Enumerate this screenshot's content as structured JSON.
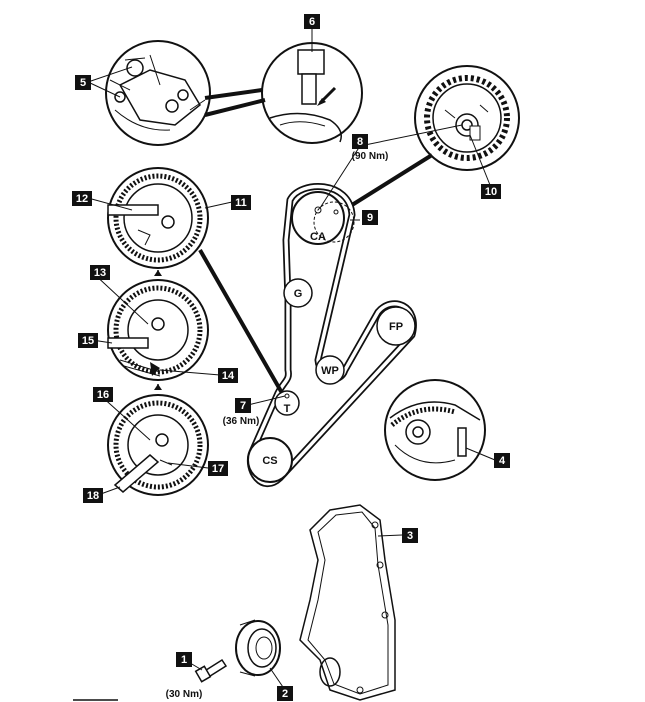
{
  "labels": [
    {
      "id": "1",
      "text": "1"
    },
    {
      "id": "2",
      "text": "2"
    },
    {
      "id": "3",
      "text": "3"
    },
    {
      "id": "4",
      "text": "4"
    },
    {
      "id": "5",
      "text": "5"
    },
    {
      "id": "6",
      "text": "6"
    },
    {
      "id": "7",
      "text": "7"
    },
    {
      "id": "8",
      "text": "8"
    },
    {
      "id": "9",
      "text": "9"
    },
    {
      "id": "10",
      "text": "10"
    },
    {
      "id": "11",
      "text": "11"
    },
    {
      "id": "12",
      "text": "12"
    },
    {
      "id": "13",
      "text": "13"
    },
    {
      "id": "14",
      "text": "14"
    },
    {
      "id": "15",
      "text": "15"
    },
    {
      "id": "16",
      "text": "16"
    },
    {
      "id": "17",
      "text": "17"
    },
    {
      "id": "18",
      "text": "18"
    }
  ],
  "torques": {
    "item1": "(30 Nm)",
    "item7": "(36 Nm)",
    "item8": "(90 Nm)"
  },
  "pulleys": {
    "camshaft": "CA",
    "guide": "G",
    "fuel_pump": "FP",
    "water_pump": "WP",
    "tensioner": "T",
    "crankshaft": "CS"
  }
}
